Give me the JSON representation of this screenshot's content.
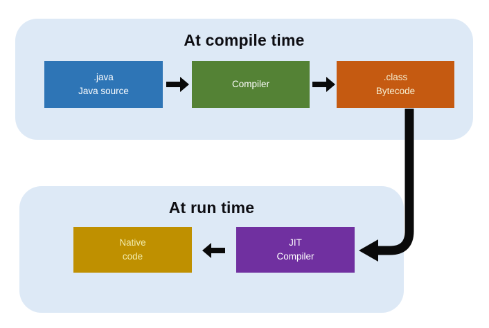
{
  "colors": {
    "panel_bg": "#dde9f6",
    "title_text": "#0d0d12",
    "arrow": "#0a0a0a",
    "java_box_bg": "#2e75b6",
    "compiler_box_bg": "#548235",
    "bytecode_box_bg": "#c55a11",
    "native_box_bg": "#bf9000",
    "jit_box_bg": "#7030a0",
    "box_text": "#ffffff",
    "bytecode_text": "#f7f1d5",
    "native_text": "#f2ecad"
  },
  "icons": {
    "arrow_right": "block arrow pointing right",
    "arrow_left": "block arrow pointing left",
    "elbow_arrow": "thick elbow arrow down then left"
  },
  "compile_time": {
    "title": "At compile time",
    "boxes": {
      "java_source": {
        "line1": ".java",
        "line2": "Java source"
      },
      "compiler": {
        "line1": "Compiler"
      },
      "bytecode": {
        "line1": ".class",
        "line2": "Bytecode"
      }
    }
  },
  "run_time": {
    "title": "At run time",
    "boxes": {
      "native_code": {
        "line1": "Native",
        "line2": "code"
      },
      "jit_compiler": {
        "line1": "JIT",
        "line2": "Compiler"
      }
    }
  }
}
